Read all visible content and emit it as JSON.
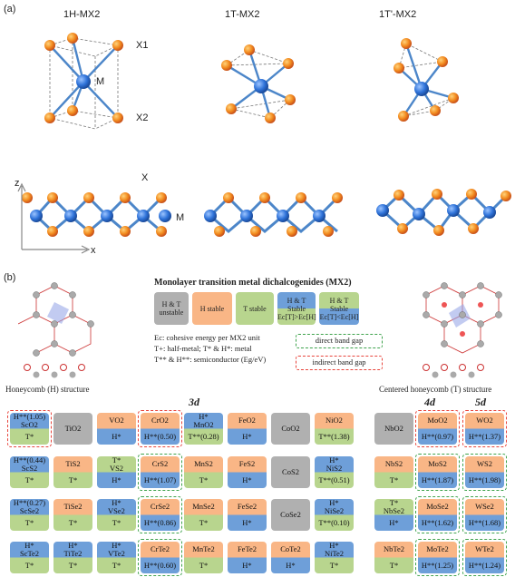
{
  "panel_a": {
    "label": "(a)",
    "phases": [
      "1H-MX2",
      "1T-MX2",
      "1T'-MX2"
    ],
    "atom_labels": {
      "x1": "X1",
      "m": "M",
      "x2": "X2",
      "x_side": "X",
      "m_side": "M"
    },
    "axes": {
      "z": "z",
      "x": "x"
    }
  },
  "panel_b": {
    "label": "(b)",
    "title": "Monolayer transition metal dichalcogenides (MX2)",
    "left_caption": "Honeycomb (H) structure",
    "right_caption": "Centered honeycomb (T) structure",
    "legend": {
      "unstable": [
        "H & T",
        "unstable"
      ],
      "h_stable": "H stable",
      "t_stable": "T stable",
      "ht_stable_1": [
        "H & T",
        "Stable",
        "Ec[T]>Ec[H]"
      ],
      "ht_stable_2": [
        "H & T",
        "Stable",
        "Ec[T]<Ec[H]"
      ],
      "direct": "direct band gap",
      "indirect": "indirect band gap"
    },
    "notes": [
      "Ec: cohesive energy per MX2 unit",
      "T+: half-metal; T* & H*: metal",
      "T** & H**: semiconductor (Eg/eV)"
    ],
    "row_headers": {
      "d3": "3d",
      "d4": "4d",
      "d5": "5d"
    },
    "colors": {
      "gray": "#b0b0b0",
      "orange": "#f9b686",
      "green": "#b8d58e",
      "blue": "#6e9fd9",
      "red": "#e8453c",
      "greenline": "#3fa34d"
    },
    "grid": [
      [
        {
          "name": "ScO2",
          "top": "H**(1.05)",
          "bot": "T*",
          "c": [
            "blue",
            "green"
          ],
          "ring": "red"
        },
        {
          "name": "TiO2",
          "c": [
            "gray"
          ]
        },
        {
          "name": "VO2",
          "top": "",
          "bot": "H*",
          "c": [
            "orange",
            "blue"
          ]
        },
        {
          "name": "CrO2",
          "top": "",
          "bot": "H**(0.50)",
          "c": [
            "orange",
            "blue"
          ],
          "ring": "red"
        },
        {
          "name": "MnO2",
          "top": "H*",
          "bot": "T**(0.28)",
          "c": [
            "blue",
            "green"
          ]
        },
        {
          "name": "FeO2",
          "top": "",
          "bot": "H*",
          "c": [
            "orange",
            "blue"
          ]
        },
        {
          "name": "CoO2",
          "c": [
            "gray"
          ]
        },
        {
          "name": "NiO2",
          "top": "",
          "bot": "T**(1.38)",
          "c": [
            "orange",
            "green"
          ]
        },
        {
          "name": "NbO2",
          "c": [
            "gray"
          ]
        },
        {
          "name": "MoO2",
          "top": "",
          "bot": "H**(0.97)",
          "c": [
            "orange",
            "blue"
          ],
          "ring": "red"
        },
        {
          "name": "WO2",
          "top": "",
          "bot": "H**(1.37)",
          "c": [
            "orange",
            "blue"
          ],
          "ring": "red"
        }
      ],
      [
        {
          "name": "ScS2",
          "top": "H**(0.44)",
          "bot": "T*",
          "c": [
            "blue",
            "green"
          ]
        },
        {
          "name": "TiS2",
          "top": "",
          "bot": "T*",
          "c": [
            "orange",
            "green"
          ]
        },
        {
          "name": "VS2",
          "top": "T*",
          "bot": "H*",
          "c": [
            "green",
            "blue"
          ]
        },
        {
          "name": "CrS2",
          "top": "",
          "bot": "H**(1.07)",
          "c": [
            "orange",
            "blue"
          ],
          "ring": "green"
        },
        {
          "name": "MnS2",
          "top": "",
          "bot": "T*",
          "c": [
            "orange",
            "green"
          ]
        },
        {
          "name": "FeS2",
          "top": "",
          "bot": "H*",
          "c": [
            "orange",
            "blue"
          ]
        },
        {
          "name": "CoS2",
          "c": [
            "gray"
          ]
        },
        {
          "name": "NiS2",
          "top": "H*",
          "bot": "T**(0.51)",
          "c": [
            "blue",
            "green"
          ]
        },
        {
          "name": "NbS2",
          "top": "",
          "bot": "T*",
          "c": [
            "orange",
            "green"
          ]
        },
        {
          "name": "MoS2",
          "top": "",
          "bot": "H**(1.87)",
          "c": [
            "orange",
            "blue"
          ],
          "ring": "green"
        },
        {
          "name": "WS2",
          "top": "",
          "bot": "H**(1.98)",
          "c": [
            "orange",
            "blue"
          ],
          "ring": "green"
        }
      ],
      [
        {
          "name": "ScSe2",
          "top": "H**(0.27)",
          "bot": "T*",
          "c": [
            "blue",
            "green"
          ]
        },
        {
          "name": "TiSe2",
          "top": "",
          "bot": "T*",
          "c": [
            "orange",
            "green"
          ]
        },
        {
          "name": "VSe2",
          "top": "H*",
          "bot": "T*",
          "c": [
            "blue",
            "green"
          ]
        },
        {
          "name": "CrSe2",
          "top": "",
          "bot": "H**(0.86)",
          "c": [
            "orange",
            "blue"
          ],
          "ring": "green"
        },
        {
          "name": "MnSe2",
          "top": "",
          "bot": "T*",
          "c": [
            "orange",
            "green"
          ]
        },
        {
          "name": "FeSe2",
          "top": "",
          "bot": "H*",
          "c": [
            "orange",
            "blue"
          ]
        },
        {
          "name": "CoSe2",
          "c": [
            "gray"
          ]
        },
        {
          "name": "NiSe2",
          "top": "H*",
          "bot": "T**(0.10)",
          "c": [
            "blue",
            "green"
          ]
        },
        {
          "name": "NbSe2",
          "top": "T*",
          "bot": "H*",
          "c": [
            "green",
            "blue"
          ]
        },
        {
          "name": "MoSe2",
          "top": "",
          "bot": "H**(1.62)",
          "c": [
            "orange",
            "blue"
          ],
          "ring": "green"
        },
        {
          "name": "WSe2",
          "top": "",
          "bot": "H**(1.68)",
          "c": [
            "orange",
            "blue"
          ],
          "ring": "green"
        }
      ],
      [
        {
          "name": "ScTe2",
          "top": "H*",
          "bot": "T*",
          "c": [
            "blue",
            "green"
          ]
        },
        {
          "name": "TiTe2",
          "top": "H*",
          "bot": "T*",
          "c": [
            "blue",
            "green"
          ]
        },
        {
          "name": "VTe2",
          "top": "H*",
          "bot": "T*",
          "c": [
            "blue",
            "green"
          ]
        },
        {
          "name": "CrTe2",
          "top": "",
          "bot": "H**(0.60)",
          "c": [
            "orange",
            "blue"
          ],
          "ring": "green"
        },
        {
          "name": "MnTe2",
          "top": "",
          "bot": "T*",
          "c": [
            "orange",
            "green"
          ]
        },
        {
          "name": "FeTe2",
          "top": "",
          "bot": "H*",
          "c": [
            "orange",
            "blue"
          ]
        },
        {
          "name": "CoTe2",
          "top": "",
          "bot": "H*",
          "c": [
            "orange",
            "blue"
          ]
        },
        {
          "name": "NiTe2",
          "top": "H*",
          "bot": "T*",
          "c": [
            "blue",
            "green"
          ]
        },
        {
          "name": "NbTe2",
          "top": "",
          "bot": "T*",
          "c": [
            "orange",
            "green"
          ]
        },
        {
          "name": "MoTe2",
          "top": "",
          "bot": "H**(1.25)",
          "c": [
            "orange",
            "blue"
          ],
          "ring": "green"
        },
        {
          "name": "WTe2",
          "top": "",
          "bot": "H**(1.24)",
          "c": [
            "orange",
            "blue"
          ],
          "ring": "green"
        }
      ]
    ]
  }
}
